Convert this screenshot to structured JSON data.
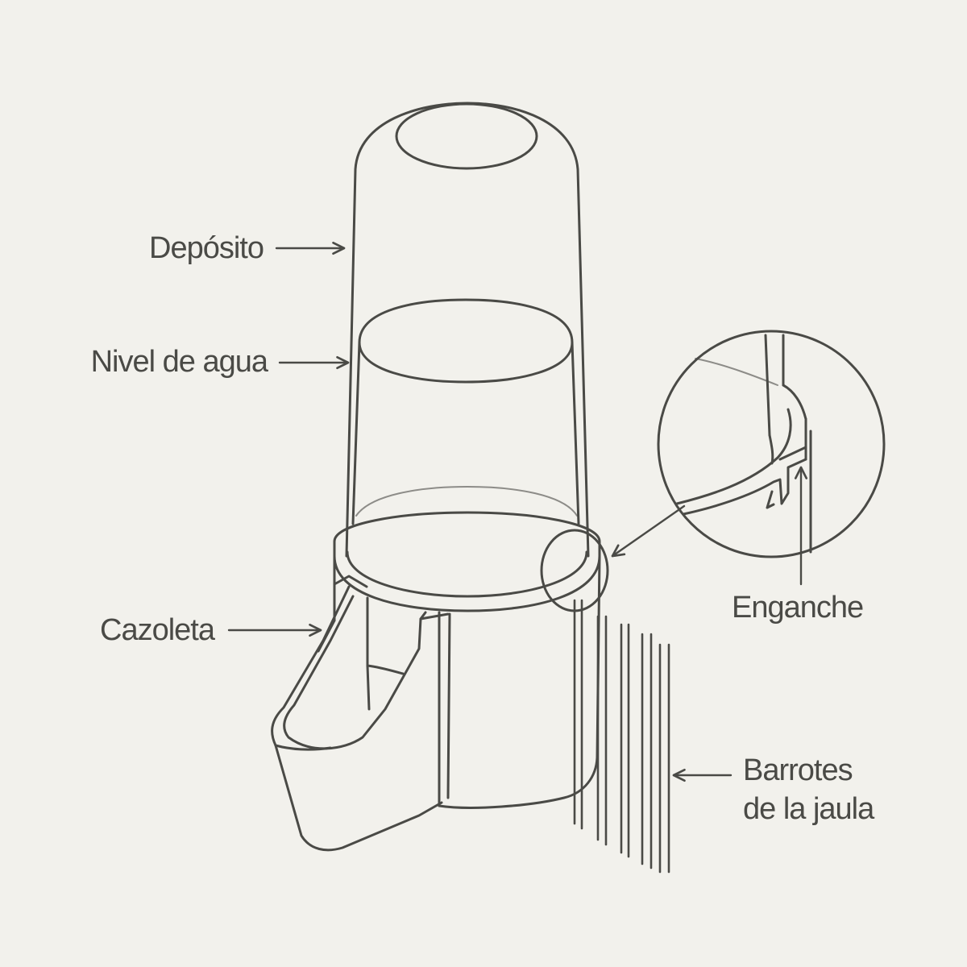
{
  "labels": {
    "deposito": "Depósito",
    "nivel_agua": "Nivel de agua",
    "cazoleta": "Cazoleta",
    "enganche": "Enganche",
    "barrotes_line1": "Barrotes",
    "barrotes_line2": "de la jaula"
  },
  "colors": {
    "background": "#f2f1ec",
    "line": "#4a4a46",
    "text": "#4a4a46"
  }
}
